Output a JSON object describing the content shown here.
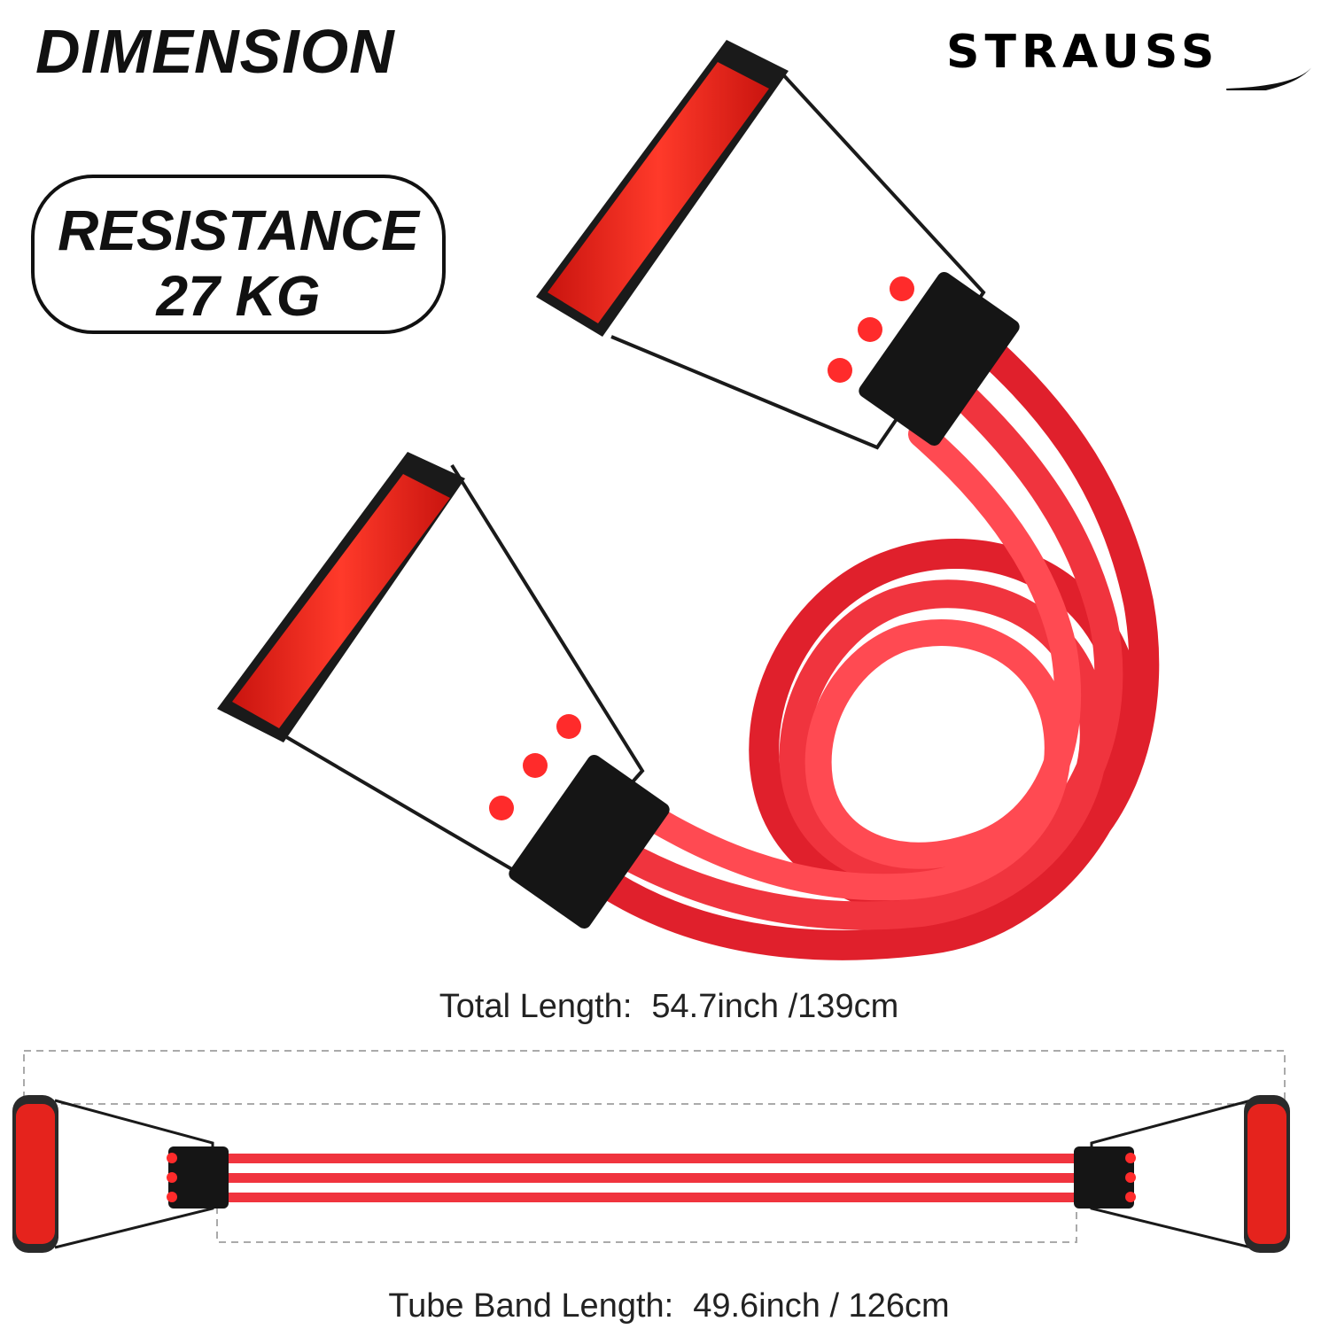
{
  "header": {
    "title": "DIMENSION",
    "brand": "STRAUSS"
  },
  "badge": {
    "line1": "RESISTANCE",
    "line2": "27 KG"
  },
  "dimensions": {
    "total_length_label": "Total Length",
    "total_length_value": "54.7inch /139cm",
    "tube_length_label": "Tube Band Length",
    "tube_length_value": "49.6inch / 126cm",
    "separator": ":"
  },
  "colors": {
    "tube_red": "#f0343e",
    "handle_red": "#e5231d",
    "dark": "#1c1c1c"
  },
  "icons": {
    "brand_logo": "strauss-logo-swoosh"
  }
}
